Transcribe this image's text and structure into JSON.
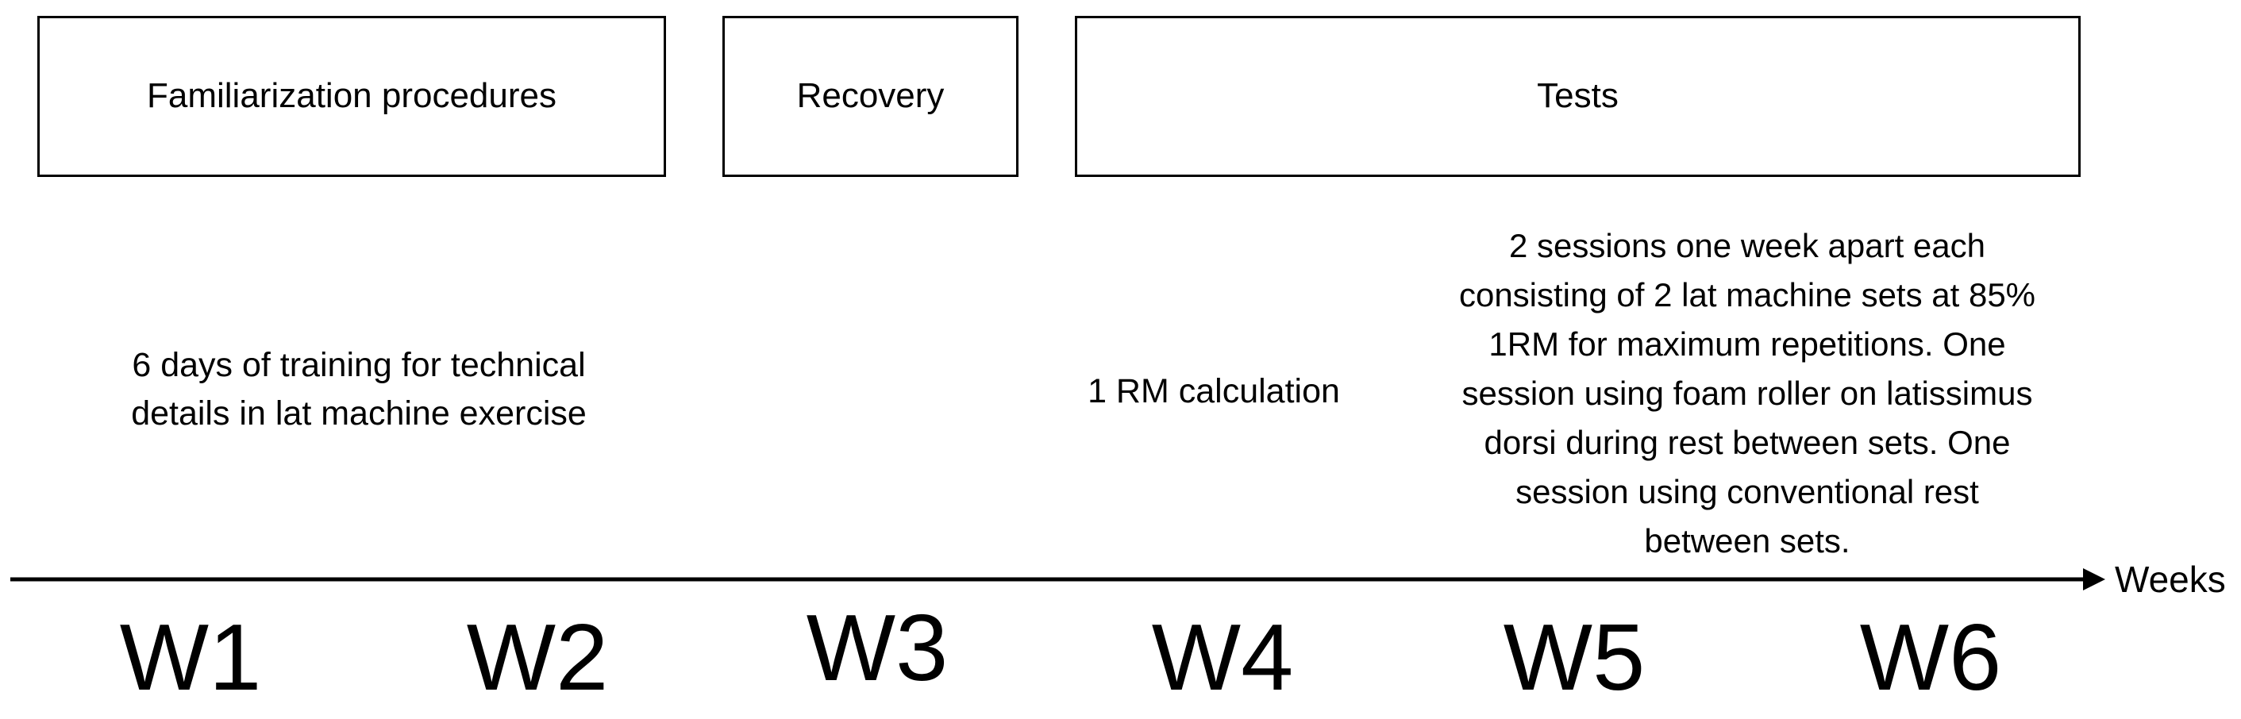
{
  "figure": {
    "colors": {
      "ink": "#000000",
      "background": "#ffffff"
    },
    "phases": [
      {
        "label": "Familiarization procedures"
      },
      {
        "label": "Recovery"
      },
      {
        "label": "Tests"
      }
    ],
    "notes": {
      "familiarization": "6 days of training for technical\ndetails in lat machine exercise",
      "rm_calculation": "1 RM calculation",
      "tests": "2 sessions one week apart each\nconsisting of 2 lat machine sets at 85%\n1RM for maximum repetitions. One\nsession using foam roller on latissimus\ndorsi during rest between sets. One\nsession using conventional rest\nbetween sets."
    },
    "timeline": {
      "axis_label": "Weeks",
      "weeks": [
        "W1",
        "W2",
        "W3",
        "W4",
        "W5",
        "W6"
      ]
    }
  }
}
